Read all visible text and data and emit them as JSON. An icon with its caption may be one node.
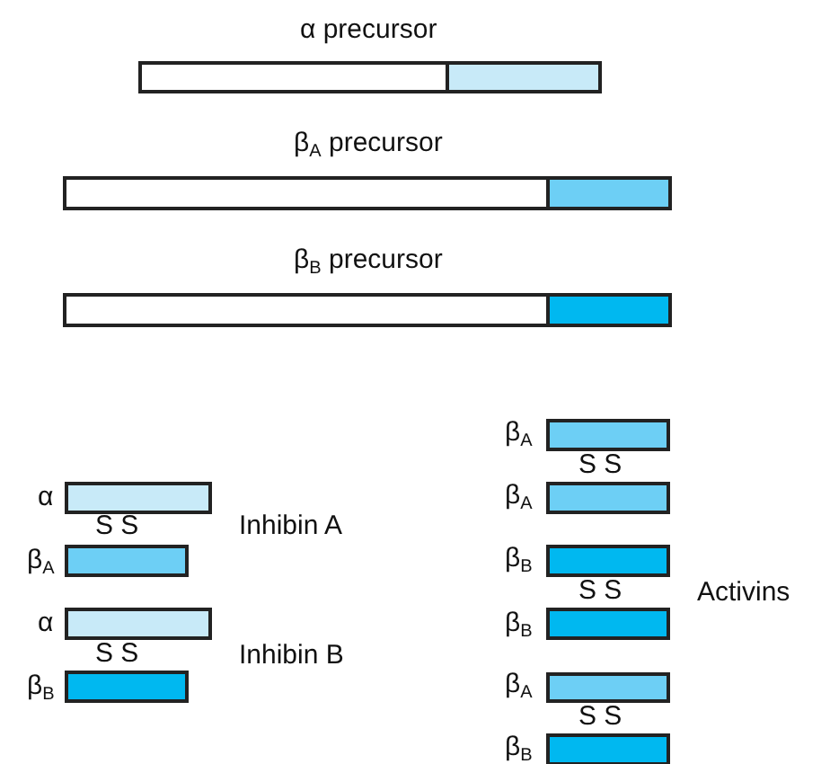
{
  "diagram": {
    "nodes": [
      {
        "text": [],
        "shape": "bar"
      },
      {
        "text": [],
        "shape": "bar"
      },
      {
        "text": [],
        "shape": "bar"
      },
      {
        "text": [],
        "shape": "bar"
      },
      {
        "text": [],
        "shape": "bar"
      },
      {
        "text": [],
        "shape": "bar"
      },
      {
        "text": [],
        "shape": "bar"
      },
      {
        "text": [],
        "shape": "bar"
      },
      {
        "text": [],
        "shape": "bar"
      },
      {
        "text": [],
        "shape": "bar"
      },
      {
        "text": [],
        "shape": "bar"
      },
      {
        "text": [],
        "shape": "bar"
      },
      {
        "text": [],
        "shape": "bar"
      }
    ],
    "labels": [
      "α precursor",
      "β$_{A}$ precursor",
      "β$_{B}$ precursor",
      "α",
      "S S",
      "β$_{A}$",
      "Inhibin A",
      "α",
      "S S",
      "β$_{B}$",
      "Inhibin B",
      "β$_{A}$",
      "S S",
      "β$_{A}$",
      "β$_{B}$",
      "S S",
      "β$_{B}$",
      "Activins",
      "β$_{A}$",
      "S S",
      "β$_{B}$"
    ]
  }
}
